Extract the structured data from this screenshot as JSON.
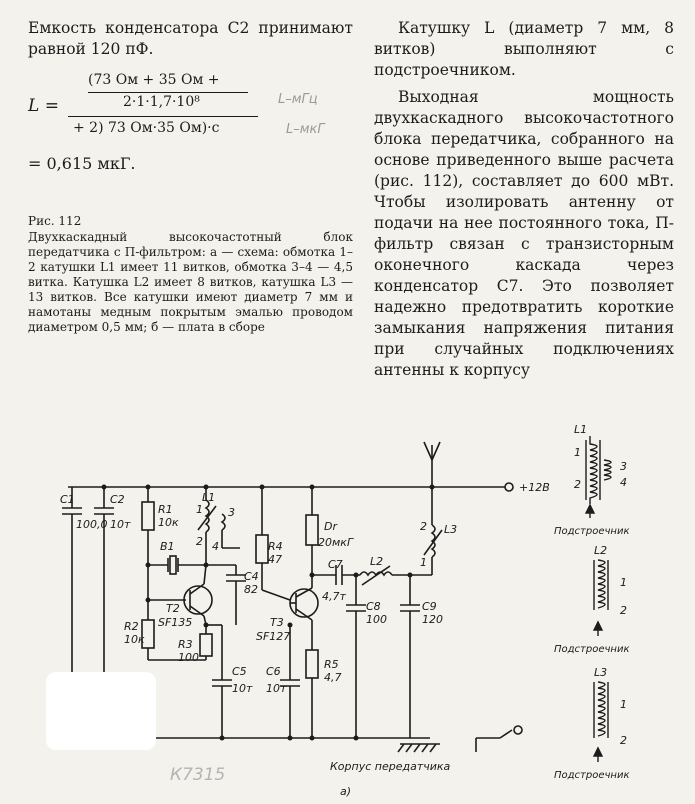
{
  "left": {
    "para1": "Емкость конденсатора С2 принимают равной 120 пФ.",
    "formula": {
      "lhs": "L =",
      "num_top": "(73 Ом + 35 Ом +",
      "num_bottom": "2·1·1,7·10⁸",
      "den": "+ 2) 73 Ом·35 Ом)·с",
      "result": "= 0,615 мкГ.",
      "pencil1": "L–мГц",
      "pencil2": "L–мкГ"
    },
    "caption_title": "Рис. 112",
    "caption_text": "Двухкаскадный высокочастотный блок передатчика с П-фильтром: а — схема: обмотка 1–2 катушки L1 имеет 11 витков, обмотка 3–4 — 4,5 витка. Катушка L2 имеет 8 витков, катушка L3 — 13 витков. Все катушки имеют диаметр 7 мм и намотаны медным покрытым эмалью проводом диаметром 0,5 мм; б — плата в сборе"
  },
  "right": {
    "para1": "Катушку L (диаметр 7 мм, 8 витков) выполняют с подстроечником.",
    "para2": "Выходная мощность двухкаскадного высокочастотного блока передатчика, собранного на основе приведенного выше расчета (рис. 112), составляет до 600 мВт. Чтобы изолировать антенну от подачи на нее постоянного тока, П-фильтр связан с транзисторным оконечного каскада через конденсатор С7. Это позволяет надежно предотвратить короткие замыкания напряжения питания при случайных подключениях антенны к корпусу"
  },
  "schematic": {
    "supply": "+12В",
    "ground_label": "Корпус передатчика",
    "figure_label": "а)",
    "pencil_note": "К7315",
    "C1": "C1",
    "C1v": "100,0",
    "C2": "C2",
    "C2v": "10т",
    "R1": "R1",
    "R1v": "10к",
    "R2": "R2",
    "R2v": "10к",
    "R3": "R3",
    "R3v": "100",
    "R4": "R4",
    "R4v": "47",
    "R5": "R5",
    "R5v": "4,7",
    "B1": "B1",
    "C4": "C4",
    "C4v": "82",
    "C5": "C5",
    "C5v": "10т",
    "C6": "C6",
    "C6v": "10т",
    "C7": "C7",
    "C7v": "4,7т",
    "C8": "C8",
    "C8v": "100",
    "C9": "C9",
    "C9v": "120",
    "T2": "T2",
    "T2v": "SF135",
    "T3": "T3",
    "T3v": "SF127",
    "L1": "L1",
    "L2": "L2",
    "L3": "L3",
    "Dr": "Dr",
    "Drv": "20мкГ",
    "n1": "1",
    "n2": "2",
    "n3": "3",
    "n4": "4"
  },
  "coils": {
    "L1": "L1",
    "L2": "L2",
    "L3": "L3",
    "trimmer": "Подстроечник",
    "p1": "1",
    "p2": "2",
    "p3": "3",
    "p4": "4"
  }
}
